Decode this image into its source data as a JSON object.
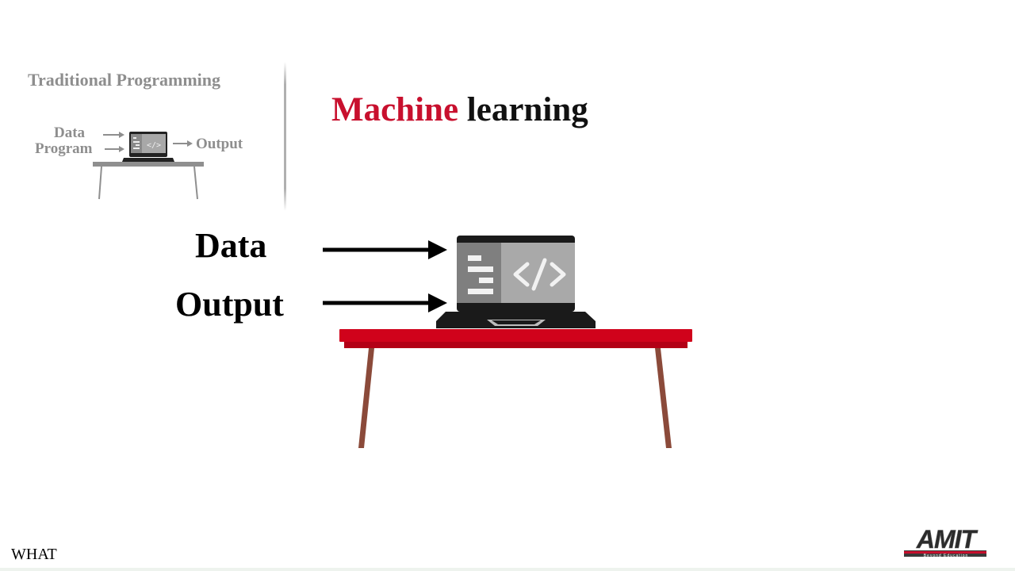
{
  "traditional": {
    "title": "Traditional Programming",
    "input_1": "Data",
    "input_2": "Program",
    "output": "Output"
  },
  "machine_learning": {
    "title_accent": "Machine",
    "title_rest": "learning",
    "input_1": "Data",
    "input_2": "Output"
  },
  "footer": {
    "caption": "WHAT",
    "logo_text": "AMIT",
    "logo_tagline": "Beyond Education"
  },
  "colors": {
    "accent": "#c8102e",
    "muted": "#8e8e8e",
    "table_red": "#d0021b",
    "table_legs": "#8b4a3a"
  }
}
